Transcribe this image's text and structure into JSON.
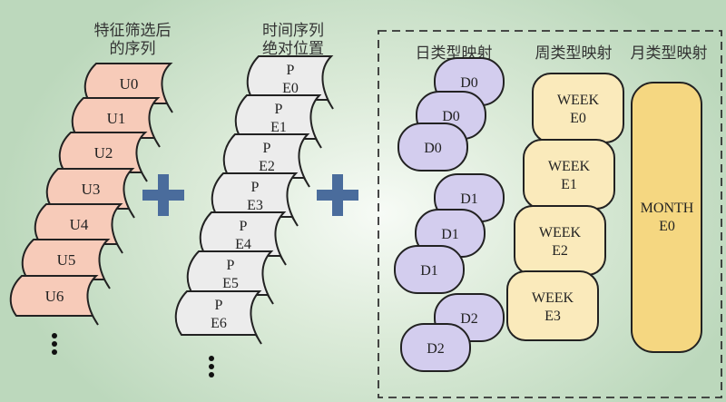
{
  "titles": {
    "feature_seq_line1": "特征筛选后",
    "feature_seq_line2": "的序列",
    "pos_line1": "时间序列",
    "pos_line2": "绝对位置",
    "day_map": "日类型映射",
    "week_map": "周类型映射",
    "month_map": "月类型映射"
  },
  "u_cards": [
    "U0",
    "U1",
    "U2",
    "U3",
    "U4",
    "U5",
    "U6"
  ],
  "p_cards": [
    [
      "P",
      "E0"
    ],
    [
      "P",
      "E1"
    ],
    [
      "P",
      "E2"
    ],
    [
      "P",
      "E3"
    ],
    [
      "P",
      "E4"
    ],
    [
      "P",
      "E5"
    ],
    [
      "P",
      "E6"
    ]
  ],
  "d_cards": [
    "D0",
    "D0",
    "D0",
    "D1",
    "D1",
    "D1",
    "D2",
    "D2"
  ],
  "week_cards": [
    [
      "WEEK",
      "E0"
    ],
    [
      "WEEK",
      "E1"
    ],
    [
      "WEEK",
      "E2"
    ],
    [
      "WEEK",
      "E3"
    ]
  ],
  "month_card": [
    "MONTH",
    "E0"
  ],
  "colors": {
    "u_fill": "#f7cbb9",
    "p_fill": "#ececec",
    "d_fill": "#d3cdee",
    "week_fill": "#faeabb",
    "month_fill": "#f5d781",
    "plus": "#4a6c9c"
  }
}
